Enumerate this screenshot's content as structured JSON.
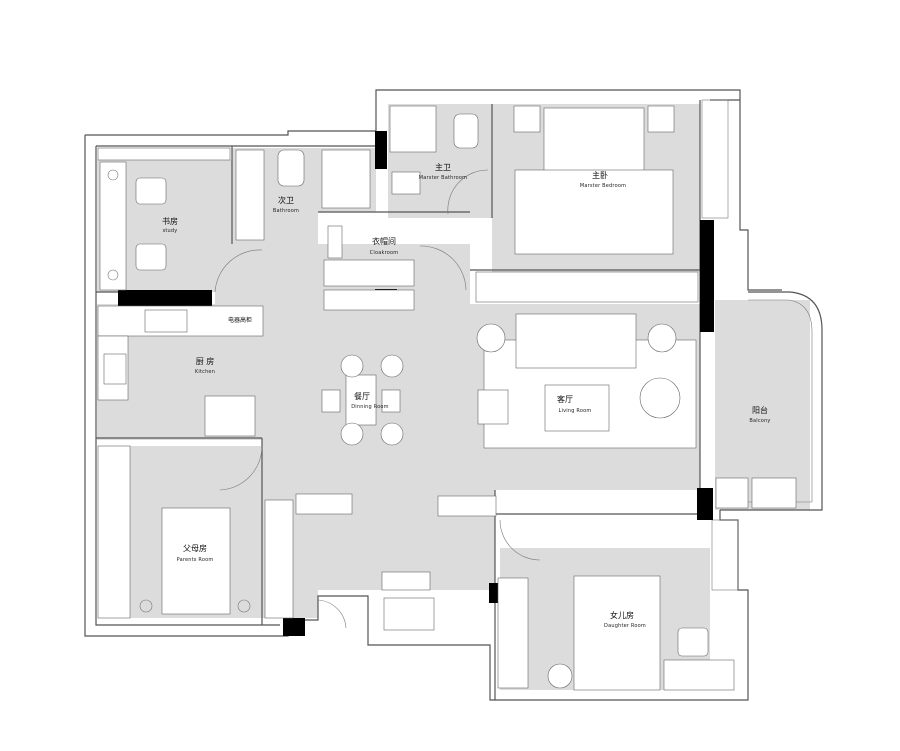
{
  "rooms": {
    "study": {
      "cn": "书房",
      "en": "study"
    },
    "bath2": {
      "cn": "次卫",
      "en": "Bathroom"
    },
    "master_bath": {
      "cn": "主卫",
      "en": "Marster Bathroom"
    },
    "master_bed": {
      "cn": "主卧",
      "en": "Marster Bedroom"
    },
    "cloak": {
      "cn": "衣帽间",
      "en": "Cloakroom"
    },
    "kitchen": {
      "cn": "厨 房",
      "en": "Kitchen"
    },
    "appliance": {
      "cn": "电器高柜"
    },
    "dining": {
      "cn": "餐厅",
      "en": "Dinning Room"
    },
    "living": {
      "cn": "客厅",
      "en": "Living Room"
    },
    "balcony": {
      "cn": "阳台",
      "en": "Balcony"
    },
    "parents": {
      "cn": "父母房",
      "en": "Parents Room"
    },
    "daughter": {
      "cn": "女儿房",
      "en": "Daughter Room"
    }
  },
  "colors": {
    "floor": "#dcdcdc",
    "wall": "#555555",
    "column": "#000000",
    "furniture": "#ffffff"
  }
}
